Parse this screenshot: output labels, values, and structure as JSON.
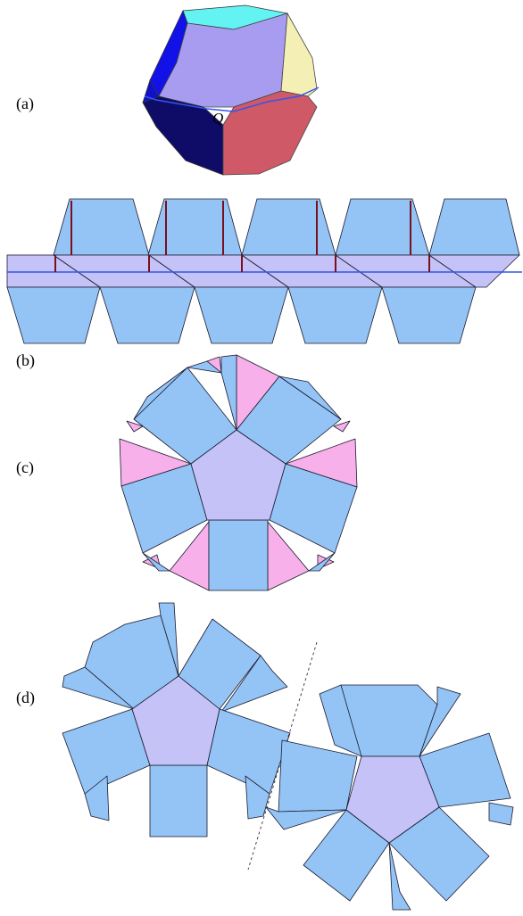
{
  "panels": {
    "a": "(a)",
    "b": "(b)",
    "c": "(c)",
    "d": "(d)"
  },
  "point_label": "Q",
  "colors": {
    "face_blue": "#93c4f5",
    "face_lavender": "#c4c2f6",
    "face_pink": "#f7b0e9",
    "geodesic": "#3355ee",
    "cut_segment": "#7a0f1e",
    "strip_band": "#f6d8f7",
    "solid_cyan": "#62f3f2",
    "solid_yellow": "#f4efb4",
    "solid_red": "#cf5966",
    "solid_navy": "#0e0c67",
    "solid_blue": "#1212e8",
    "solid_violet": "#a79cf0"
  }
}
